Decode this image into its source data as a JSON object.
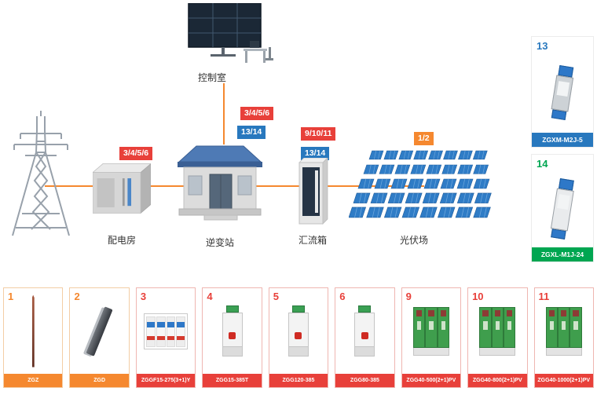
{
  "colors": {
    "orange": "#f5882f",
    "red": "#e8403a",
    "blue": "#2878be",
    "green": "#00a651"
  },
  "scene": {
    "control_room_label": "控制室",
    "nodes": {
      "distribution_room": "配电房",
      "inverter_station": "逆变站",
      "combiner_box": "汇流箱",
      "pv_field": "光伏场"
    },
    "tags": {
      "control_red": "3/4/5/6",
      "control_blue": "13/14",
      "distribution_red": "3/4/5/6",
      "combiner_red": "9/10/11",
      "combiner_blue": "13/14",
      "pv_orange": "1/2"
    }
  },
  "side_products": [
    {
      "num": "13",
      "model": "ZGXM-M2J-5"
    },
    {
      "num": "14",
      "model": "ZGXL-M1J-24"
    }
  ],
  "bottom_products": [
    {
      "num": "1",
      "model": "ZGZ"
    },
    {
      "num": "2",
      "model": "ZGD"
    },
    {
      "num": "3",
      "model": "ZGGF15-275(3+1)Y"
    },
    {
      "num": "4",
      "model": "ZGG15-385T"
    },
    {
      "num": "5",
      "model": "ZGG120-385"
    },
    {
      "num": "6",
      "model": "ZGG80-385"
    },
    {
      "num": "9",
      "model": "ZGG40-500(2+1)PV"
    },
    {
      "num": "10",
      "model": "ZGG40-800(2+1)PV"
    },
    {
      "num": "11",
      "model": "ZGG40-1000(2+1)PV"
    }
  ]
}
